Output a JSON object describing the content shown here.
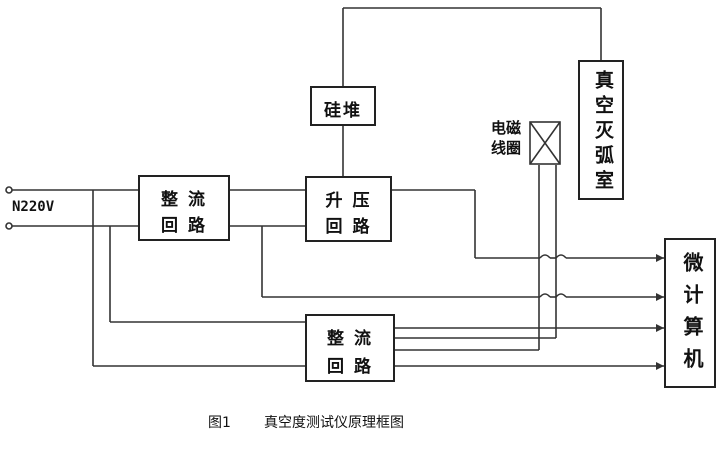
{
  "power": {
    "supply_label": "N220V"
  },
  "blocks": {
    "rectifier_top": {
      "line1": "整  流",
      "line2": "回  路"
    },
    "boost": {
      "line1": "升  压",
      "line2": "回  路"
    },
    "silicon_stack": {
      "label": "硅堆"
    },
    "vacuum_chamber": {
      "label": "真空灭弧室"
    },
    "solenoid": {
      "line1": "电磁",
      "line2": "线圈"
    },
    "rectifier_bottom": {
      "line1": "整  流",
      "line2": "回  路"
    },
    "microcomputer": {
      "label": "微计算机"
    }
  },
  "caption": {
    "figure": "图1",
    "title": "真空度测试仪原理框图"
  }
}
